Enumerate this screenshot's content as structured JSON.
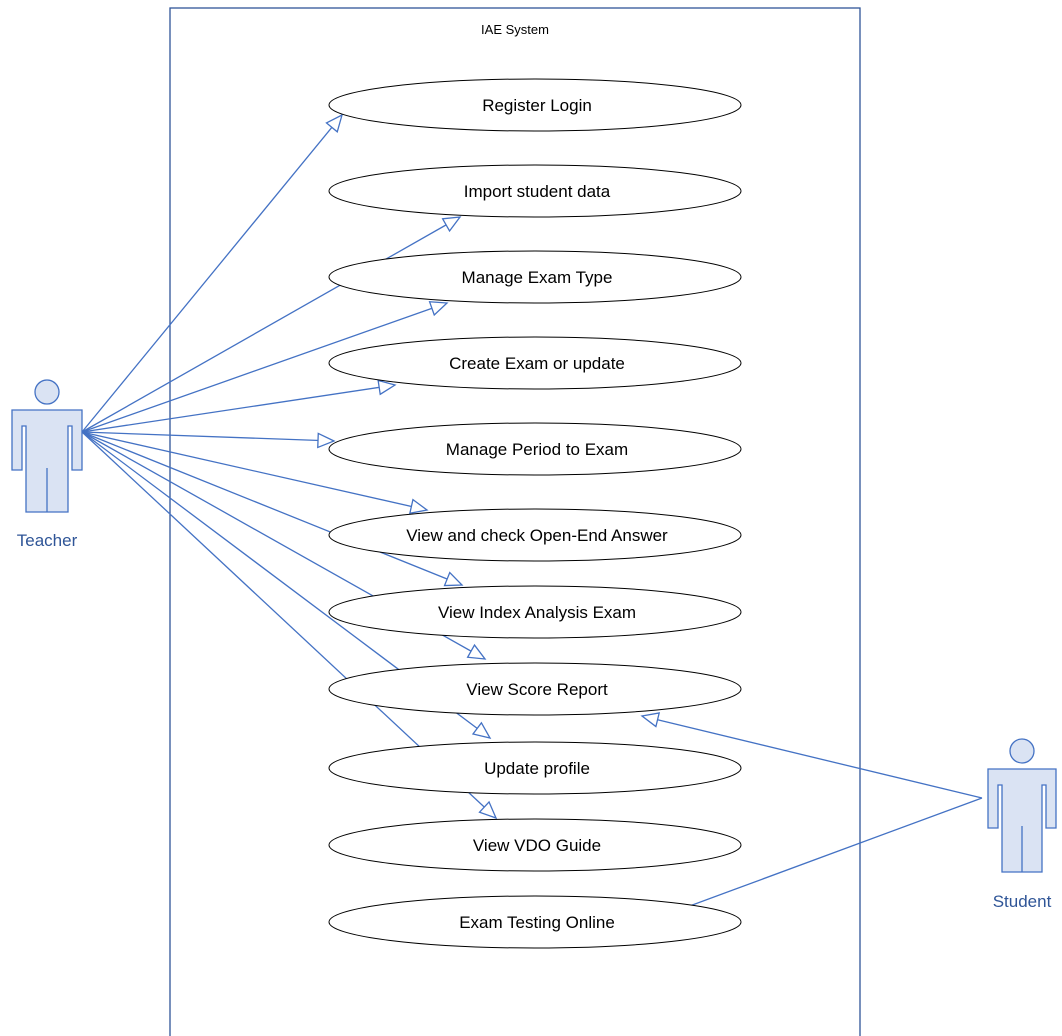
{
  "system": {
    "title": "IAE System"
  },
  "actors": [
    {
      "id": "teacher",
      "label": "Teacher"
    },
    {
      "id": "student",
      "label": "Student"
    }
  ],
  "use_cases": [
    {
      "id": "uc1",
      "label": "Register Login"
    },
    {
      "id": "uc2",
      "label": "Import student data"
    },
    {
      "id": "uc3",
      "label": "Manage Exam Type"
    },
    {
      "id": "uc4",
      "label": "Create Exam or update"
    },
    {
      "id": "uc5",
      "label": "Manage Period to Exam"
    },
    {
      "id": "uc6",
      "label": "View and check Open-End Answer"
    },
    {
      "id": "uc7",
      "label": "View Index Analysis Exam"
    },
    {
      "id": "uc8",
      "label": "View Score Report"
    },
    {
      "id": "uc9",
      "label": "Update profile"
    },
    {
      "id": "uc10",
      "label": "View VDO Guide"
    },
    {
      "id": "uc11",
      "label": "Exam Testing Online"
    }
  ],
  "associations": [
    {
      "from": "teacher",
      "to": "uc1"
    },
    {
      "from": "teacher",
      "to": "uc2"
    },
    {
      "from": "teacher",
      "to": "uc3"
    },
    {
      "from": "teacher",
      "to": "uc4"
    },
    {
      "from": "teacher",
      "to": "uc5"
    },
    {
      "from": "teacher",
      "to": "uc6"
    },
    {
      "from": "teacher",
      "to": "uc7"
    },
    {
      "from": "teacher",
      "to": "uc8"
    },
    {
      "from": "teacher",
      "to": "uc9"
    },
    {
      "from": "teacher",
      "to": "uc10"
    },
    {
      "from": "student",
      "to": "uc8"
    },
    {
      "from": "student",
      "to": "uc11"
    }
  ],
  "colors": {
    "line": "#4472c4",
    "actor_fill": "#dae3f3",
    "actor_label": "#2f5597",
    "ellipse_stroke": "#000000",
    "boundary": "#2f5597"
  }
}
